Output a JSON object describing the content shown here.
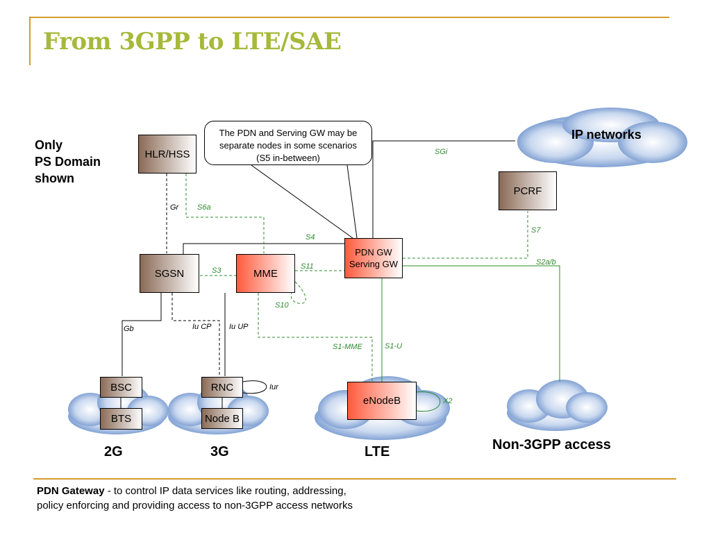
{
  "title": "From 3GPP to LTE/SAE",
  "scope_note": [
    "Only",
    "PS Domain",
    "shown"
  ],
  "callout": [
    "The PDN and Serving GW may be",
    "separate nodes in some scenarios",
    "(S5 in-between)"
  ],
  "clouds": {
    "ip_networks": "IP networks"
  },
  "nodes": {
    "hlr_hss": "HLR/HSS",
    "pcrf": "PCRF",
    "sgsn": "SGSN",
    "mme": "MME",
    "pdn_gw": [
      "PDN GW",
      "Serving GW"
    ],
    "bsc": "BSC",
    "bts": "BTS",
    "rnc": "RNC",
    "node_b": "Node B",
    "enodeb": "eNodeB"
  },
  "interfaces": {
    "sgi": "SGi",
    "gr": "Gr",
    "s6a": "S6a",
    "s4": "S4",
    "s7": "S7",
    "s3": "S3",
    "s11": "S11",
    "s2ab": "S2a/b",
    "s10": "S10",
    "gb": "Gb",
    "iu_cp": "Iu CP",
    "iu_up": "Iu UP",
    "s1_mme": "S1-MME",
    "s1_u": "S1-U",
    "iur": "Iur",
    "x2": "X2"
  },
  "access_labels": {
    "g2": "2G",
    "g3": "3G",
    "lte": "LTE",
    "non3gpp": "Non-3GPP access"
  },
  "footer": {
    "bold": "PDN Gateway",
    "line1_rest": " - to control IP data services like routing, addressing,",
    "line2": "policy enforcing and providing access to non-3GPP access networks"
  },
  "colors": {
    "accent": "#d69b2a",
    "title": "#a6b93a",
    "dashed_green": "#2e8b2e",
    "cloud_blue": "#5a84c4",
    "brown_node": "#8a6a56",
    "red_node": "#ff5a3c"
  }
}
